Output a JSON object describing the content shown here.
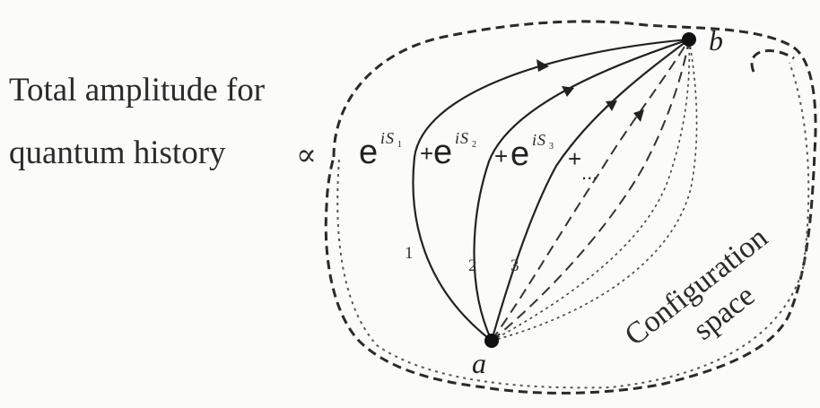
{
  "caption": {
    "line1": "Total amplitude for",
    "line2": "quantum history",
    "propto": "∝"
  },
  "formula": {
    "base": "e",
    "terms": [
      {
        "sup_prefix": "i",
        "sup_var": "S",
        "sub": "1"
      },
      {
        "sup_prefix": "i",
        "sup_var": "S",
        "sub": "2"
      },
      {
        "sup_prefix": "i",
        "sup_var": "S",
        "sub": "3"
      }
    ],
    "plus": "+",
    "ellipsis": "..."
  },
  "points": {
    "start": "a",
    "end": "b"
  },
  "path_numbers": [
    "1",
    "2",
    "3"
  ],
  "region_label": {
    "line1": "Configuration",
    "line2": "space"
  }
}
